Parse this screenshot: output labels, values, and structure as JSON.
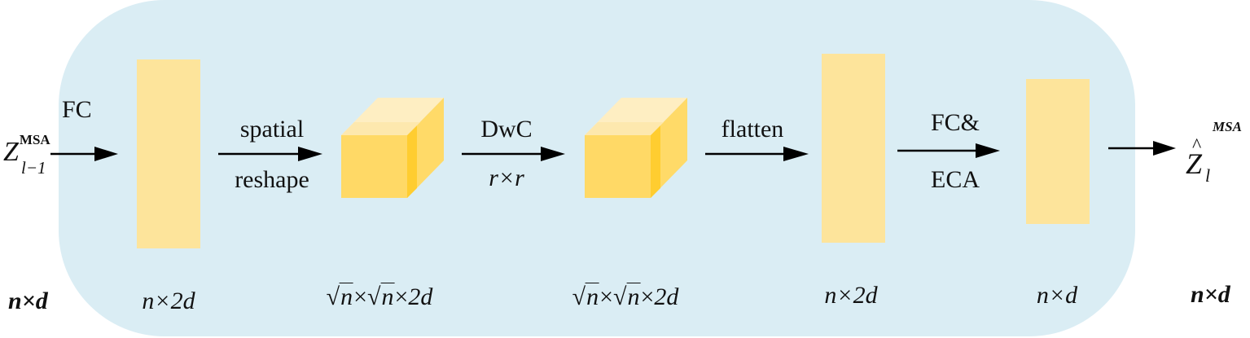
{
  "colors": {
    "panel": "#daedf4",
    "bar": "#fde49b",
    "cube_front": "#ffd966",
    "cube_top": "#feeec2",
    "cube_side": "#ffda68",
    "cube_edge": "#ffcd30",
    "arrow": "#000000"
  },
  "input": {
    "symbol": "Z",
    "superscript": "MSA",
    "subscript": "l−1",
    "dim": "n×d"
  },
  "output": {
    "symbol": "Z",
    "hat": "^",
    "superscript": "MSA",
    "subscript": "l",
    "dim": "n×d"
  },
  "steps": [
    {
      "op_top": "FC",
      "op_bottom": "",
      "block": "bar",
      "dim": "n×2d"
    },
    {
      "op_top": "spatial",
      "op_bottom": "reshape",
      "block": "cube",
      "dim": "√n×√n×2d"
    },
    {
      "op_top": "DwC",
      "op_bottom": "r×r",
      "block": "cube",
      "dim": "√n×√n×2d"
    },
    {
      "op_top": "flatten",
      "op_bottom": "",
      "block": "bar",
      "dim": "n×2d"
    },
    {
      "op_top": "FC&",
      "op_bottom": "ECA",
      "block": "bar",
      "dim": "n×d"
    }
  ],
  "dims_text": {
    "sqrt_n": "n",
    "times": "×",
    "two_d": "2d",
    "n": "n",
    "d": "d",
    "r": "r"
  }
}
